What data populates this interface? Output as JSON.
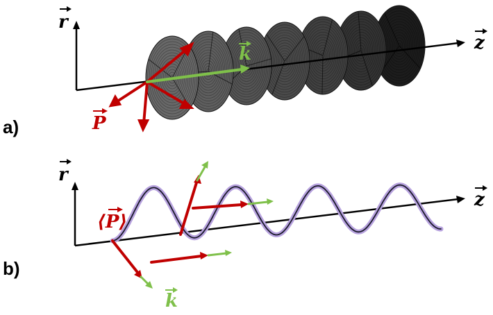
{
  "panels": [
    {
      "label": "a)",
      "axis_vertical": "r",
      "axis_horizontal": "z",
      "vector_p": "P",
      "vector_k": "k"
    },
    {
      "label": "b)",
      "axis_vertical": "r",
      "axis_horizontal": "z",
      "vector_p_avg": "⟨P⟩",
      "vector_k": "k"
    }
  ],
  "colors": {
    "axis": "#000000",
    "p_vector": "#c00000",
    "k_vector": "#7fc04a",
    "helix_glow": "#b7a2de",
    "disk_light": "#5a5a5a",
    "disk_dark": "#161616"
  }
}
